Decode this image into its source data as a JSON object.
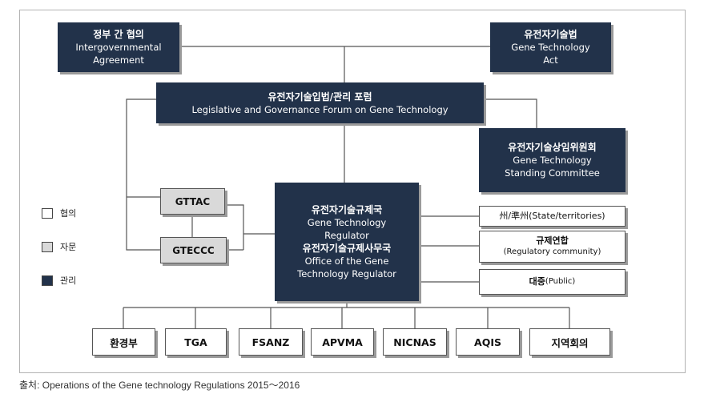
{
  "nodes": {
    "intergov": {
      "ko": "정부 간 협의",
      "en1": "Intergovernmental",
      "en2": "Agreement"
    },
    "gt_act": {
      "ko": "유전자기술법",
      "en1": "Gene Technology",
      "en2": "Act"
    },
    "forum": {
      "ko": "유전자기술입법/관리 포럼",
      "en": "Legislative and Governance Forum on Gene Technology"
    },
    "standing": {
      "ko": "유전자기술상임위원회",
      "en1": "Gene Technology",
      "en2": "Standing Committee"
    },
    "gttac": {
      "label": "GTTAC"
    },
    "gteccc": {
      "label": "GTECCC"
    },
    "regulator": {
      "ko1": "유전자기술규제국",
      "en1": "Gene Technology",
      "en2": "Regulator",
      "ko2": "유전자기술규제사무국",
      "en3": "Office of the Gene",
      "en4": "Technology Regulator"
    },
    "states": {
      "label": "州/準州(State/territories)"
    },
    "regcomm": {
      "ko": "규제연합",
      "en": "(Regulatory community)"
    },
    "public": {
      "ko": "대중",
      "en": "(Public)"
    }
  },
  "agencies": [
    "환경부",
    "TGA",
    "FSANZ",
    "APVMA",
    "NICNAS",
    "AQIS",
    "지역회의"
  ],
  "legend": [
    {
      "label": "협의",
      "color": "#ffffff"
    },
    {
      "label": "자문",
      "color": "#d9d9d9"
    },
    {
      "label": "관리",
      "color": "#22324a"
    }
  ],
  "source": "출처: Operations of the Gene technology Regulations 2015～2016"
}
